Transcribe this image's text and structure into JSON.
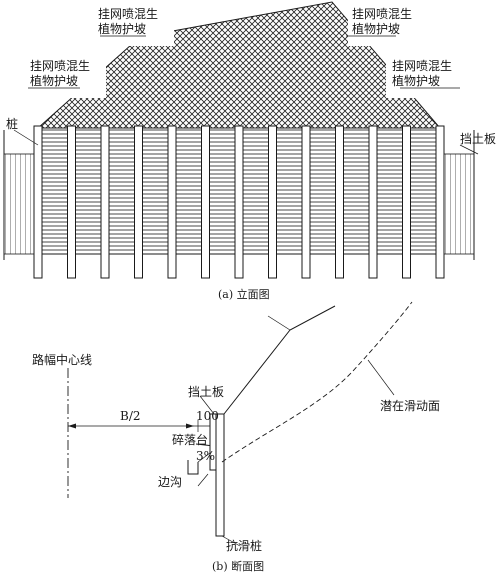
{
  "elevation": {
    "slope_label_upper_left": [
      "挂网喷混生",
      "植物护坡"
    ],
    "slope_label_upper_right": [
      "挂网喷混生",
      "植物护坡"
    ],
    "slope_label_lower_left": [
      "挂网喷混生",
      "植物护坡"
    ],
    "slope_label_lower_right": [
      "挂网喷混生",
      "植物护坡"
    ],
    "pile_label": "桩",
    "wall_label": "挡土板",
    "caption": "(a) 立面图"
  },
  "section": {
    "centerline_label": "路幅中心线",
    "half_width_label": "B/2",
    "offset_dim": "100",
    "platform_label": "碎落台",
    "gradient_label": "3%",
    "ditch_label": "边沟",
    "wall_label": "挡土板",
    "pile_label": "抗滑桩",
    "slip_surface_label": "潜在滑动面",
    "caption": "(b) 断面图"
  }
}
